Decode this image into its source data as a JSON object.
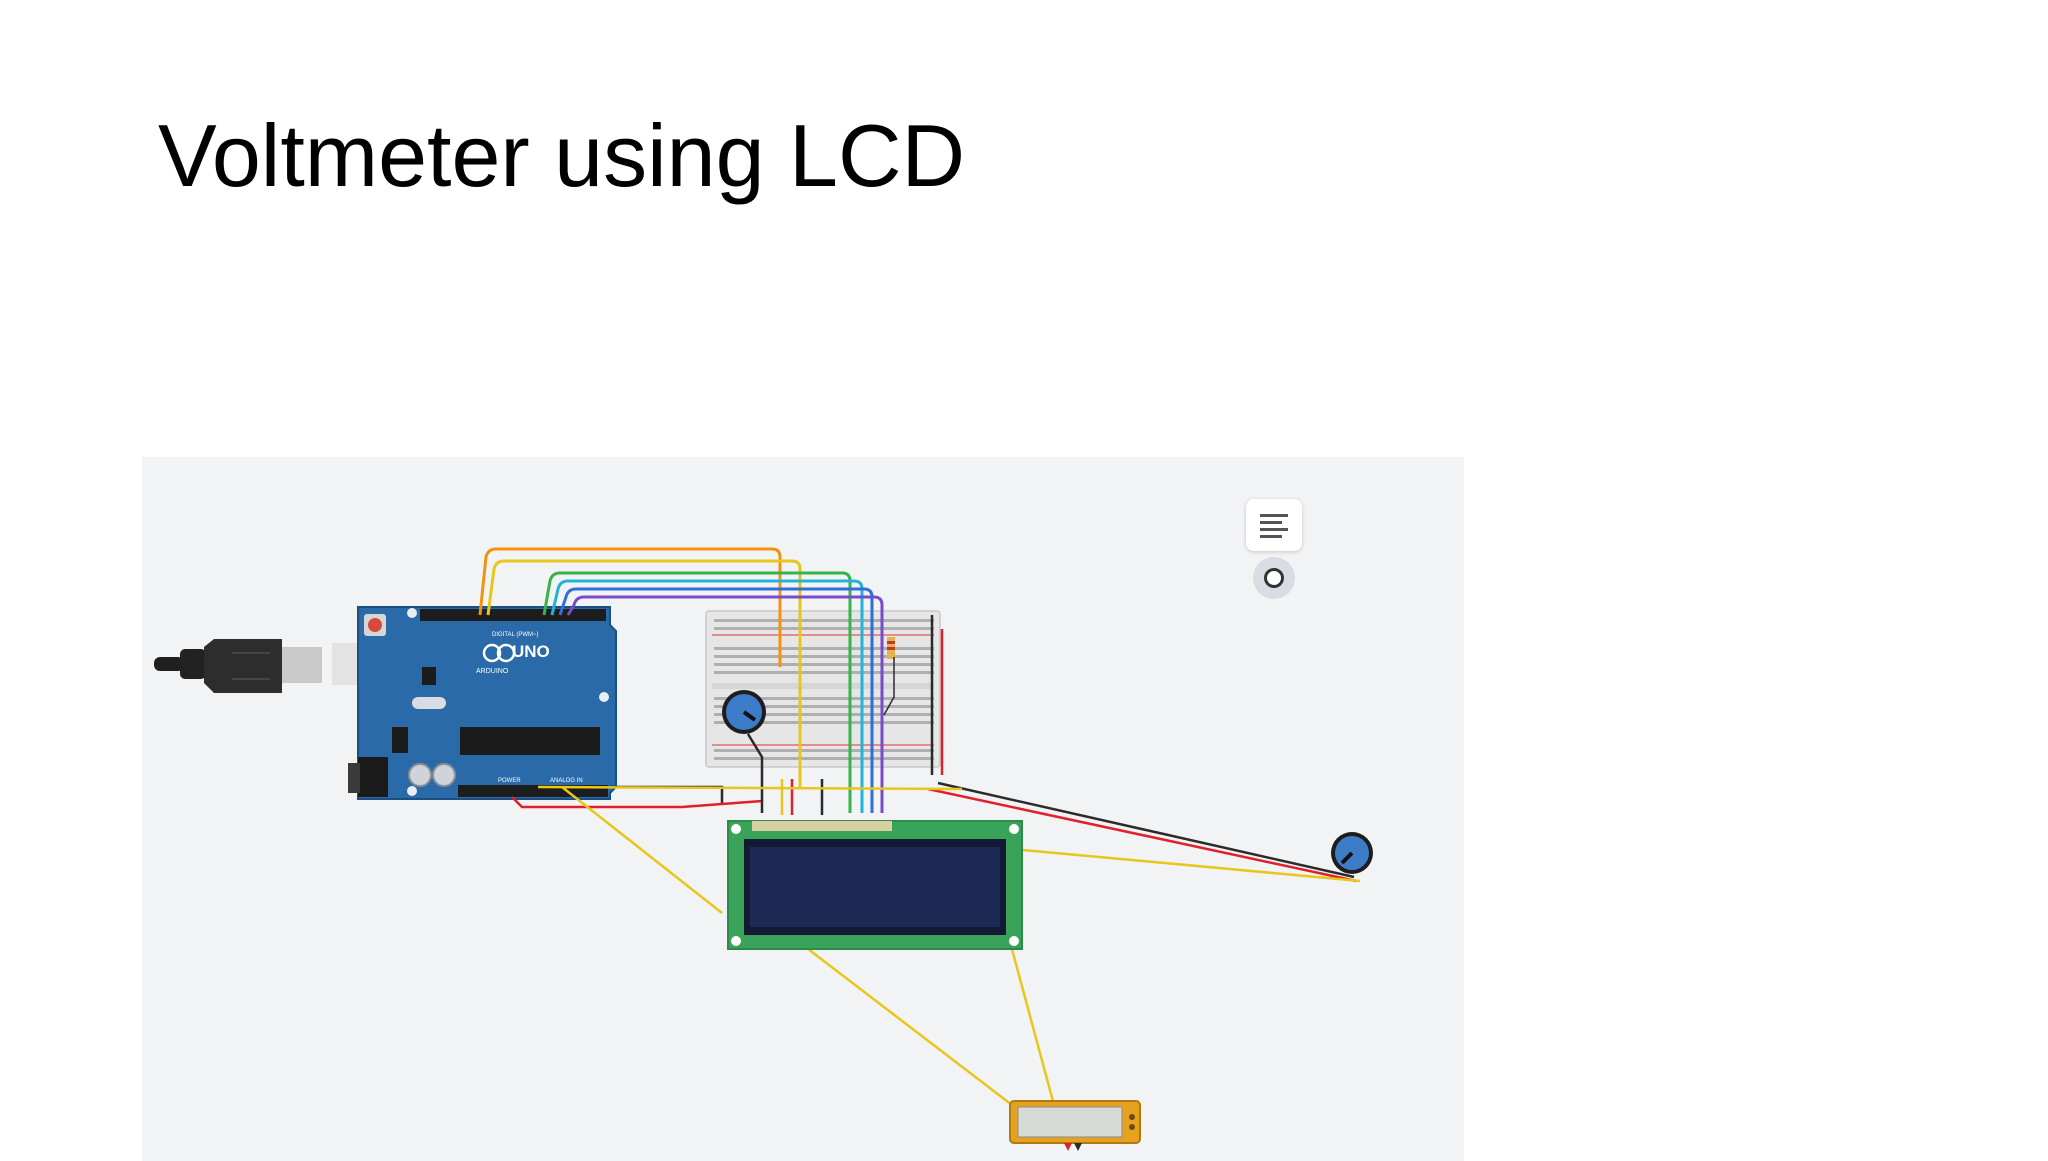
{
  "slide": {
    "title": "Voltmeter using LCD"
  },
  "circuit": {
    "board_brand": "ARDUINO",
    "board_model": "UNO",
    "header_digital": "DIGITAL (PWM~)",
    "header_power": "POWER",
    "header_analog": "ANALOG IN",
    "toolbar_icons": [
      "notes-icon",
      "record-icon"
    ],
    "wire_colors": {
      "orange": "#f0940f",
      "yellow": "#e8c61a",
      "green": "#37b34a",
      "cyan": "#24b3d8",
      "blue": "#2e6fd8",
      "purple": "#7a4bc8",
      "red": "#e0202a",
      "black": "#2b2b2b"
    },
    "board_color": "#2a6aa8",
    "lcd_bezel_color": "#3aa35a",
    "lcd_screen_color": "#1e2a56",
    "canvas_color": "#f2f3f5"
  }
}
